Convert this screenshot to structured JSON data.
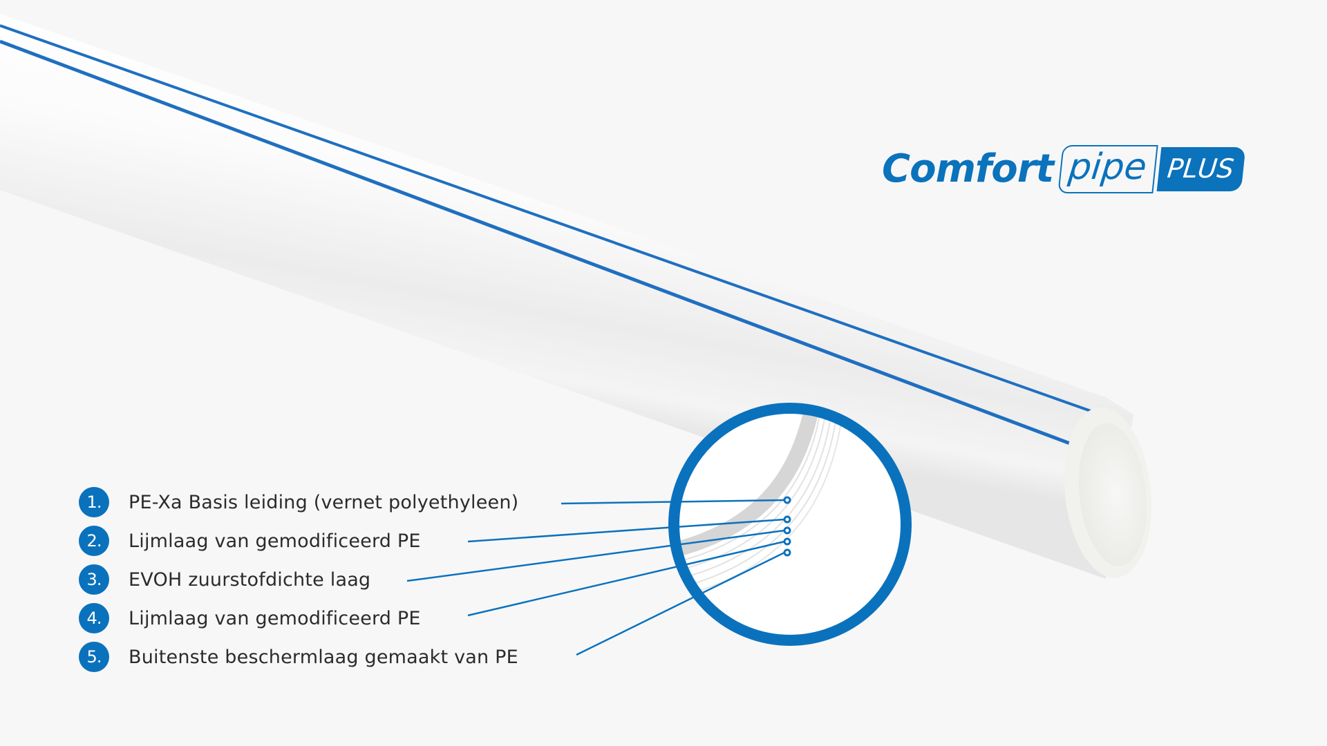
{
  "brand": {
    "word": "Comfort",
    "boxed_word": "pipe",
    "badge_word": "PLUS",
    "primary_color": "#0b72bc",
    "background_color": "#f7f7f7"
  },
  "product": {
    "description": "White multilayer pipe with two blue longitudinal stripes and a magnified cross-section callout"
  },
  "layers": [
    {
      "number": "1.",
      "label": "PE-Xa Basis leiding (vernet polyethyleen)"
    },
    {
      "number": "2.",
      "label": "Lijmlaag van gemodificeerd PE"
    },
    {
      "number": "3.",
      "label": "EVOH zuurstofdichte laag"
    },
    {
      "number": "4.",
      "label": "Lijmlaag van gemodificeerd PE"
    },
    {
      "number": "5.",
      "label": "Buitenste beschermlaag gemaakt van PE"
    }
  ]
}
